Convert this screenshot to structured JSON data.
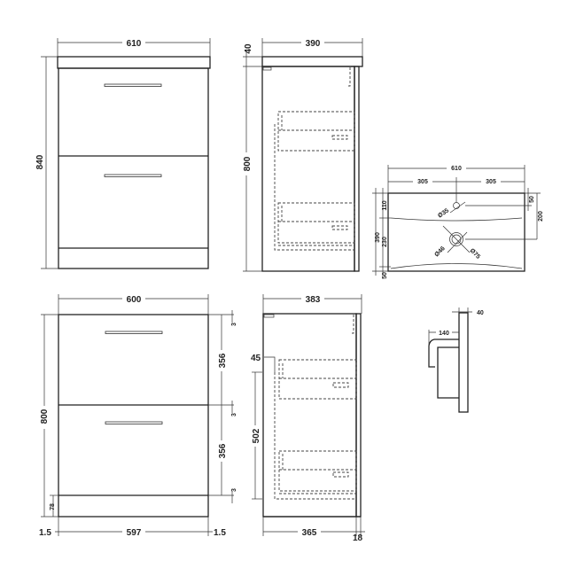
{
  "top_front": {
    "width": "610",
    "height": "840"
  },
  "top_side": {
    "width": "390",
    "top_thickness": "40",
    "body_height": "800"
  },
  "basin_plan": {
    "width": "610",
    "half_left": "305",
    "half_right": "305",
    "depth": "390",
    "front_to_ridge": "110",
    "ridge_to_back": "230",
    "back_margin": "50",
    "tap_offset": "50",
    "waste_offset": "200",
    "tap_hole": "Ø35",
    "waste_inner": "Ø46",
    "waste_outer": "Ø75"
  },
  "basin_profile": {
    "thickness": "40",
    "bowl_depth": "140"
  },
  "bottom_front": {
    "width": "600",
    "height": "800",
    "gap_top": "3",
    "drawer_1": "356",
    "gap_mid": "3",
    "drawer_2": "356",
    "gap_bottom": "3",
    "plinth": "78",
    "side_left": "1.5",
    "inner_width": "597",
    "side_right": "1.5"
  },
  "bottom_side": {
    "width": "383",
    "drawer_offset": "45",
    "drawer_stack": "502",
    "carcass_depth": "365",
    "front_thickness": "18"
  }
}
